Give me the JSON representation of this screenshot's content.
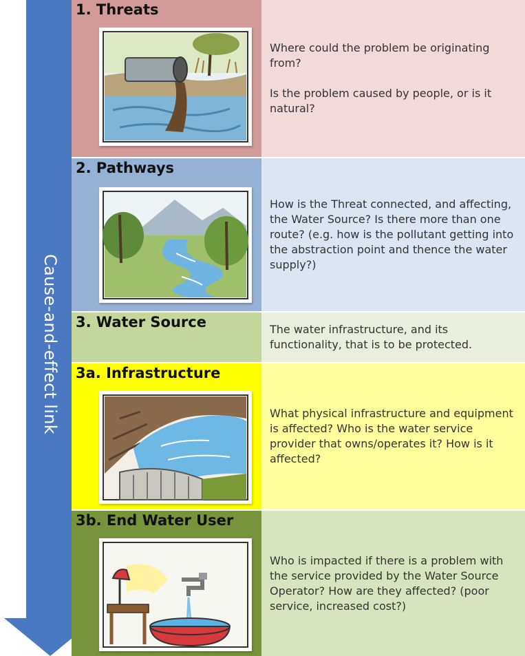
{
  "arrow": {
    "label": "Cause-and-effect link",
    "color": "#4a79c1"
  },
  "stages": [
    {
      "title": "1. Threats",
      "description": "Where could the problem be originating from?\n\nIs the problem caused by people, or is it natural?",
      "left_color": "#d29a98",
      "right_color": "#f2d9da",
      "illustration": "pipe-discharge-illustration"
    },
    {
      "title": "2. Pathways",
      "description": "How is the Threat connected, and affecting, the Water Source?  Is there more than one route? (e.g. how is the pollutant getting into the abstraction point and thence the water supply?)",
      "left_color": "#95b1d6",
      "right_color": "#dce5f2",
      "illustration": "river-landscape-illustration"
    },
    {
      "title": "3. Water Source",
      "description": "The water infrastructure, and its functionality, that is to be protected.",
      "left_color": "#c3d69b",
      "right_color": "#e9efdc",
      "illustration": null
    },
    {
      "title": "3a. Infrastructure",
      "description": "What physical infrastructure and equipment is affected? Who is the water service provider that owns/operates it? How is it affected?",
      "left_color": "#ffff00",
      "right_color": "#ffff9d",
      "illustration": "dam-reservoir-illustration"
    },
    {
      "title": "3b. End Water User",
      "description": "Who is impacted if there is a problem with the service provided by the Water Source Operator? How are they affected? (poor service, increased cost?)",
      "left_color": "#77933c",
      "right_color": "#d7e4bd",
      "illustration": "tap-basin-illustration"
    }
  ]
}
